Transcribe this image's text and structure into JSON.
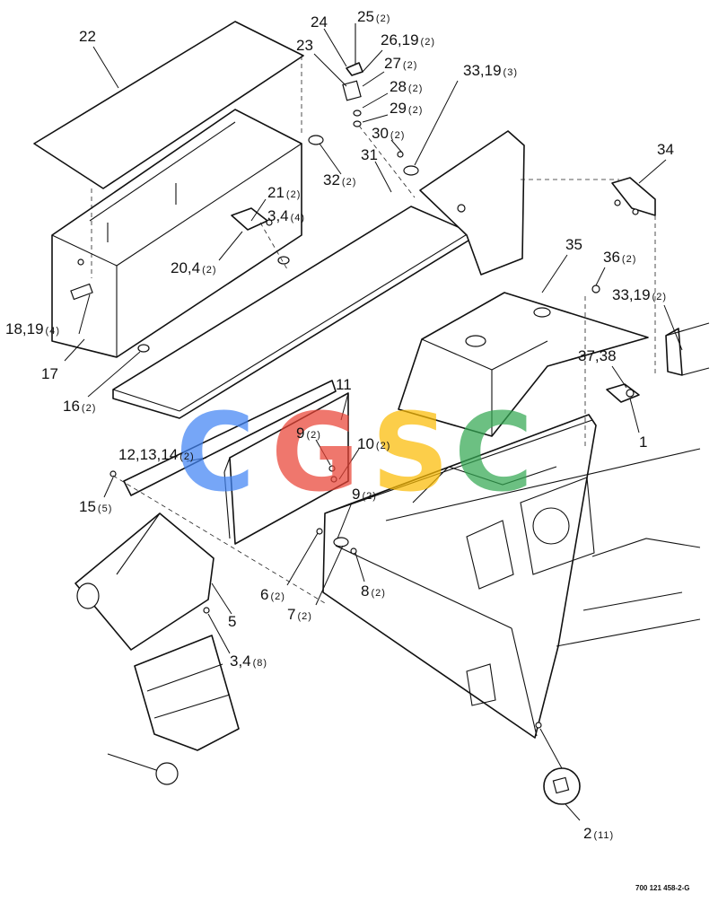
{
  "document_number": "700 121 458-2-G",
  "watermark": {
    "text": "CGSC",
    "colors": [
      "#4285F4",
      "#EA4335",
      "#FBBC05",
      "#34A853"
    ]
  },
  "callouts": [
    {
      "id": "c22",
      "label": "22",
      "qty": ""
    },
    {
      "id": "c24",
      "label": "24",
      "qty": ""
    },
    {
      "id": "c25",
      "label": "25",
      "qty": "(2)"
    },
    {
      "id": "c23",
      "label": "23",
      "qty": ""
    },
    {
      "id": "c26",
      "label": "26,19",
      "qty": "(2)"
    },
    {
      "id": "c27",
      "label": "27",
      "qty": "(2)"
    },
    {
      "id": "c28",
      "label": "28",
      "qty": "(2)"
    },
    {
      "id": "c29",
      "label": "29",
      "qty": "(2)"
    },
    {
      "id": "c33a",
      "label": "33,19",
      "qty": "(3)"
    },
    {
      "id": "c30",
      "label": "30",
      "qty": "(2)"
    },
    {
      "id": "c31",
      "label": "31",
      "qty": ""
    },
    {
      "id": "c32",
      "label": "32",
      "qty": "(2)"
    },
    {
      "id": "c34",
      "label": "34",
      "qty": ""
    },
    {
      "id": "c21",
      "label": "21",
      "qty": "(2)"
    },
    {
      "id": "c3a",
      "label": "3,4",
      "qty": "(4)"
    },
    {
      "id": "c20",
      "label": "20,4",
      "qty": "(2)"
    },
    {
      "id": "c35",
      "label": "35",
      "qty": ""
    },
    {
      "id": "c36",
      "label": "36",
      "qty": "(2)"
    },
    {
      "id": "c33b",
      "label": "33,19",
      "qty": "(2)"
    },
    {
      "id": "c18",
      "label": "18,19",
      "qty": "(4)"
    },
    {
      "id": "c17",
      "label": "17",
      "qty": ""
    },
    {
      "id": "c37",
      "label": "37,38",
      "qty": ""
    },
    {
      "id": "c16",
      "label": "16",
      "qty": "(2)"
    },
    {
      "id": "c11",
      "label": "11",
      "qty": ""
    },
    {
      "id": "c1",
      "label": "1",
      "qty": ""
    },
    {
      "id": "c9a",
      "label": "9",
      "qty": "(2)"
    },
    {
      "id": "c12",
      "label": "12,13,14",
      "qty": "(2)"
    },
    {
      "id": "c10",
      "label": "10",
      "qty": "(2)"
    },
    {
      "id": "c15",
      "label": "15",
      "qty": "(5)"
    },
    {
      "id": "c9b",
      "label": "9",
      "qty": "(2)"
    },
    {
      "id": "c6",
      "label": "6",
      "qty": "(2)"
    },
    {
      "id": "c8",
      "label": "8",
      "qty": "(2)"
    },
    {
      "id": "c7",
      "label": "7",
      "qty": "(2)"
    },
    {
      "id": "c5",
      "label": "5",
      "qty": ""
    },
    {
      "id": "c3b",
      "label": "3,4",
      "qty": "(8)"
    },
    {
      "id": "c2",
      "label": "2",
      "qty": "(11)"
    }
  ]
}
